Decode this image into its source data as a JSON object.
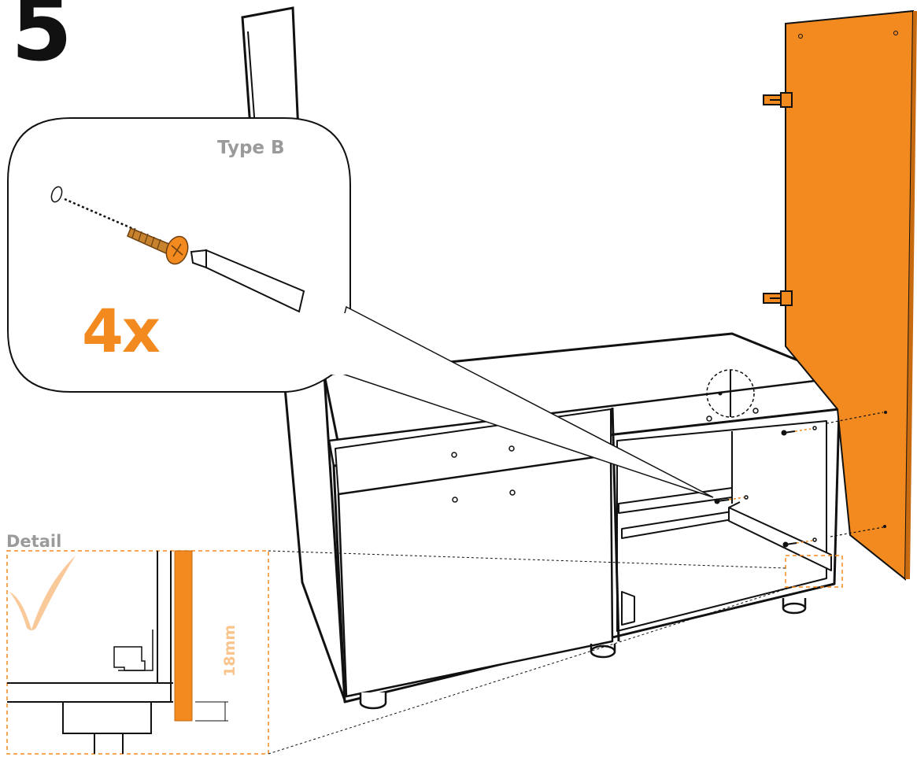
{
  "step": {
    "number": "5"
  },
  "callout": {
    "type_label": "Type B",
    "quantity": "4x"
  },
  "detail": {
    "label": "Detail",
    "dimension": "18mm"
  },
  "colors": {
    "panel": "#f28a1f",
    "panel_edge": "#c76a10",
    "text_gray": "#9a9a9a",
    "line": "#111111",
    "dimension": "#f8c48c",
    "check": "#f9c99a"
  },
  "icons": [
    "checkmark-icon",
    "screw-icon",
    "screwdriver-icon"
  ]
}
